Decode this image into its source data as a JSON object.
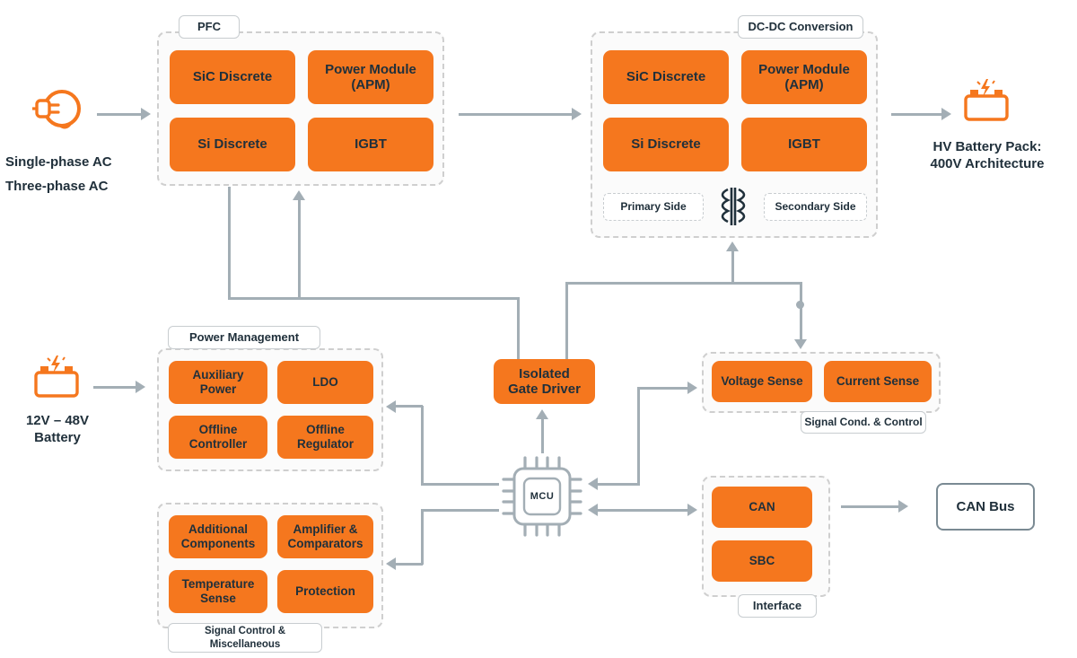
{
  "colors": {
    "orange": "#F5771E",
    "line": "#A3AEB5",
    "dark": "#20303B"
  },
  "diagram": {
    "ac_input": {
      "line1": "Single-phase AC",
      "line2": "Three-phase AC"
    },
    "pfc": {
      "label": "PFC",
      "blocks": [
        "SiC Discrete",
        "Power Module (APM)",
        "Si Discrete",
        "IGBT"
      ]
    },
    "dcdc": {
      "label": "DC-DC Conversion",
      "blocks": [
        "SiC Discrete",
        "Power Module (APM)",
        "Si Discrete",
        "IGBT"
      ],
      "primary_label": "Primary Side",
      "secondary_label": "Secondary Side"
    },
    "hv_battery": {
      "label": "HV Battery Pack:\n400V Architecture"
    },
    "lv_battery": {
      "label": "12V – 48V\nBattery"
    },
    "power_management": {
      "label": "Power Management",
      "blocks": [
        "Auxiliary Power",
        "LDO",
        "Offline Controller",
        "Offline Regulator"
      ]
    },
    "gate_driver": {
      "label": "Isolated Gate Driver"
    },
    "mcu": {
      "label": "MCU"
    },
    "signal_cond": {
      "label": "Signal Cond. & Control",
      "blocks": [
        "Voltage Sense",
        "Current Sense"
      ]
    },
    "signal_misc": {
      "label": "Signal Control & Miscellaneous",
      "blocks": [
        "Additional Components",
        "Amplifier & Comparators",
        "Temperature Sense",
        "Protection"
      ]
    },
    "interface": {
      "label": "Interface",
      "blocks": [
        "CAN",
        "SBC"
      ]
    },
    "can_bus": {
      "label": "CAN Bus"
    },
    "icons": {
      "ac_plug": "plug-icon",
      "lv_battery": "battery-icon",
      "hv_battery": "battery-icon",
      "transformer": "transformer-icon",
      "mcu": "chip-icon"
    }
  }
}
